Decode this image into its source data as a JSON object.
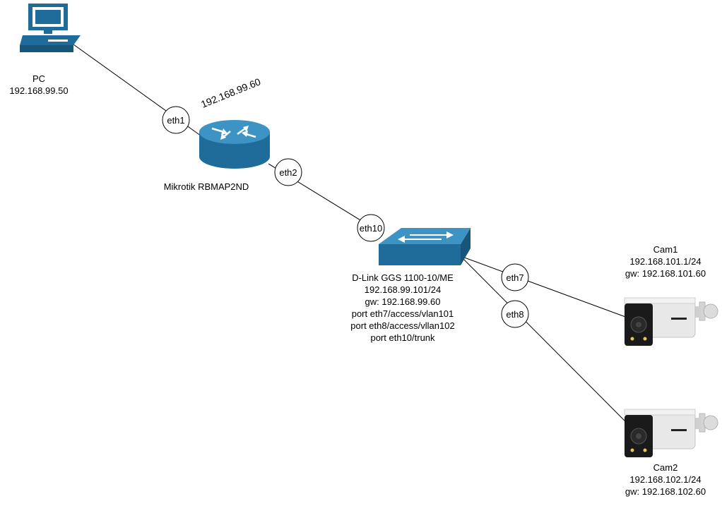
{
  "pc": {
    "icon": "computer-icon",
    "name": "PC",
    "ip": "192.168.99.50"
  },
  "router": {
    "icon": "router-icon",
    "name": "Mikrotik RBMAP2ND",
    "ip": "192.168.99.60",
    "ports": {
      "eth1": "eth1",
      "eth2": "eth2"
    }
  },
  "switch": {
    "icon": "switch-icon",
    "lines": [
      "D-Link GGS 1100-10/ME",
      "192.168.99.101/24",
      "gw: 192.168.99.60",
      "port eth7/access/vlan101",
      "port eth8/access/vllan102",
      "port eth10/trunk"
    ],
    "ports": {
      "eth10": "eth10",
      "eth7": "eth7",
      "eth8": "eth8"
    }
  },
  "cam1": {
    "icon": "ip-camera-icon",
    "name": "Cam1",
    "ip": "192.168.101.1/24",
    "gw": "gw: 192.168.101.60"
  },
  "cam2": {
    "icon": "ip-camera-icon",
    "name": "Cam2",
    "ip": "192.168.102.1/24",
    "gw": "gw: 192.168.102.60"
  },
  "colors": {
    "device_fill": "#1f6b9a",
    "device_top": "#3d93c4",
    "line": "#000000",
    "camera_body": "#e8e8e8",
    "camera_dark": "#1a1a1a"
  }
}
